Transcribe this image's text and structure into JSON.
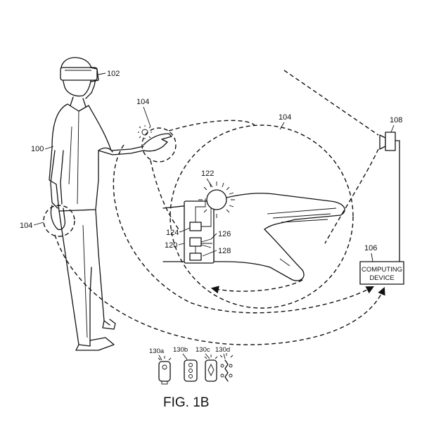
{
  "figure": {
    "caption": "FIG. 1B",
    "labels": {
      "user": "100",
      "headset": "102",
      "hand_left": "104",
      "hand_top": "104",
      "zoom": "104",
      "computing": "106",
      "camera": "108",
      "band": "120",
      "light": "122",
      "comp124": "124",
      "comp126": "126",
      "comp128": "128",
      "var_a": "130a",
      "var_b": "130b",
      "var_c": "130c",
      "var_d": "130d"
    },
    "device_box": {
      "line1": "COMPUTING",
      "line2": "DEVICE"
    }
  }
}
